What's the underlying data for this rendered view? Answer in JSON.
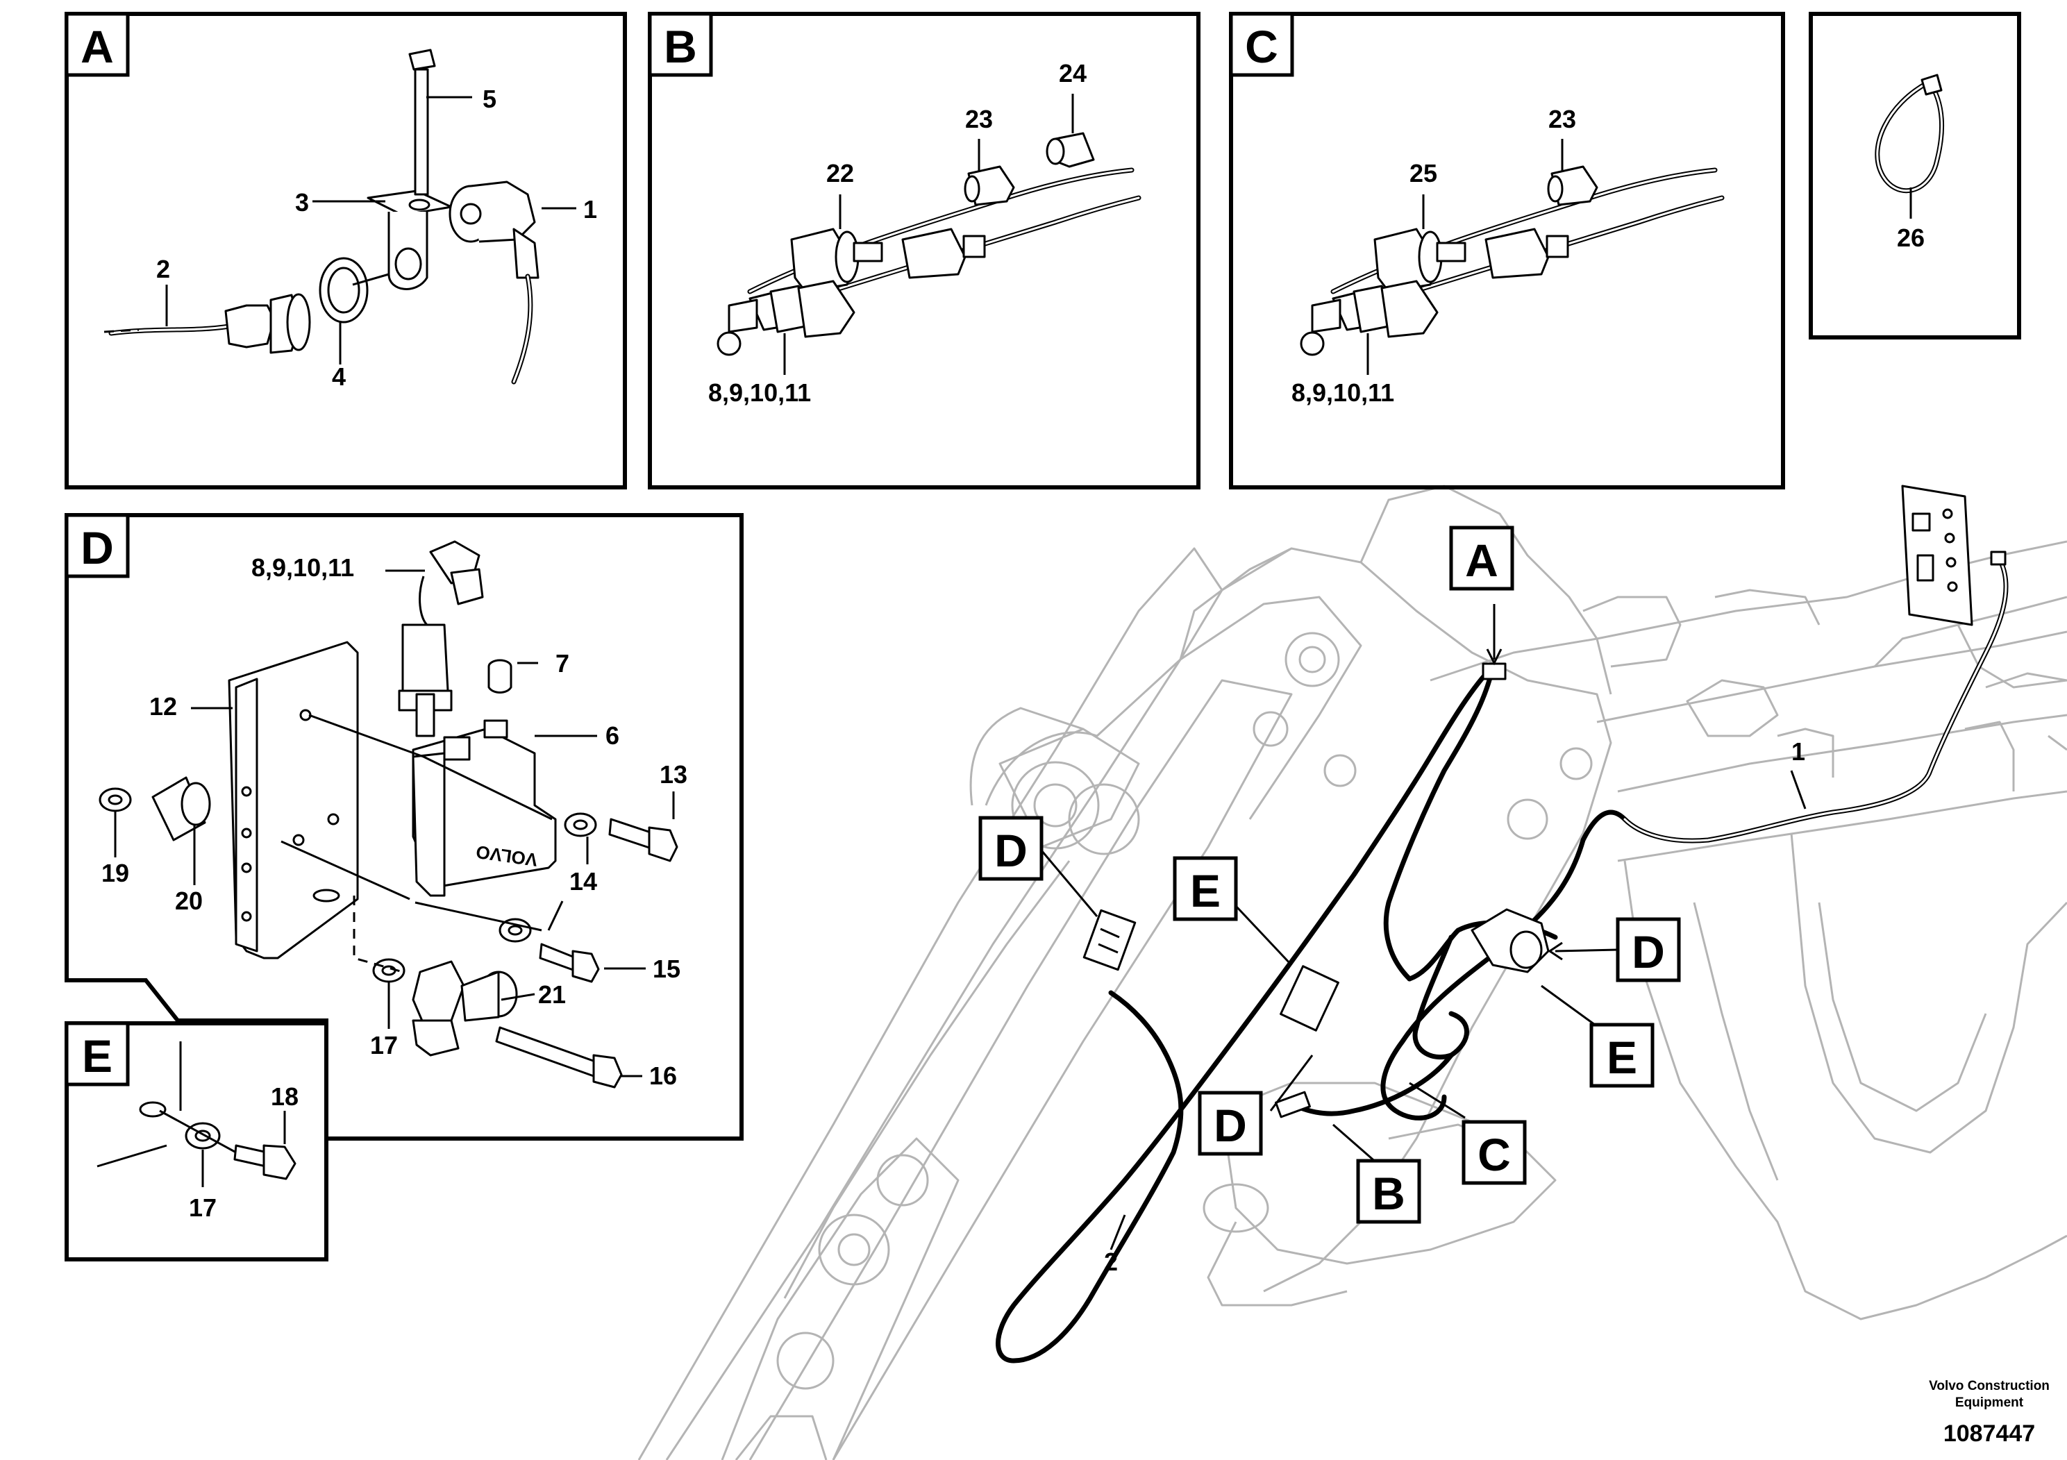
{
  "panels": {
    "A": {
      "letter": "A",
      "labels": {
        "p1": "1",
        "p2": "2",
        "p3": "3",
        "p4": "4",
        "p5": "5"
      }
    },
    "B": {
      "letter": "B",
      "labels": {
        "p22": "22",
        "p23": "23",
        "p24": "24",
        "p8_11": "8,9,10,11"
      }
    },
    "C": {
      "letter": "C",
      "labels": {
        "p25": "25",
        "p23": "23",
        "p8_11": "8,9,10,11"
      }
    },
    "tie": {
      "labels": {
        "p26": "26"
      }
    },
    "D": {
      "letter": "D",
      "bracket_text": "VOLVO",
      "labels": {
        "p8_11": "8,9,10,11",
        "p7": "7",
        "p12": "12",
        "p6": "6",
        "p13": "13",
        "p19": "19",
        "p20": "20",
        "p14": "14",
        "p15": "15",
        "p21": "21",
        "p17": "17",
        "p16": "16"
      }
    },
    "E": {
      "letter": "E",
      "labels": {
        "p18": "18",
        "p17": "17"
      }
    }
  },
  "overview": {
    "callouts": {
      "A": "A",
      "B": "B",
      "C": "C",
      "D_left": "D",
      "D_mid": "D",
      "D_right": "D",
      "E_left": "E",
      "E_right": "E"
    },
    "labels": {
      "p1": "1",
      "p2": "2"
    }
  },
  "footer": {
    "company_line1": "Volvo Construction",
    "company_line2": "Equipment",
    "doc_number": "1087447"
  },
  "icons": {
    "connector": "connector-icon",
    "bolt": "bolt-icon",
    "washer": "washer-icon",
    "cable_tie": "cable-tie-icon",
    "bracket": "bracket-icon"
  }
}
